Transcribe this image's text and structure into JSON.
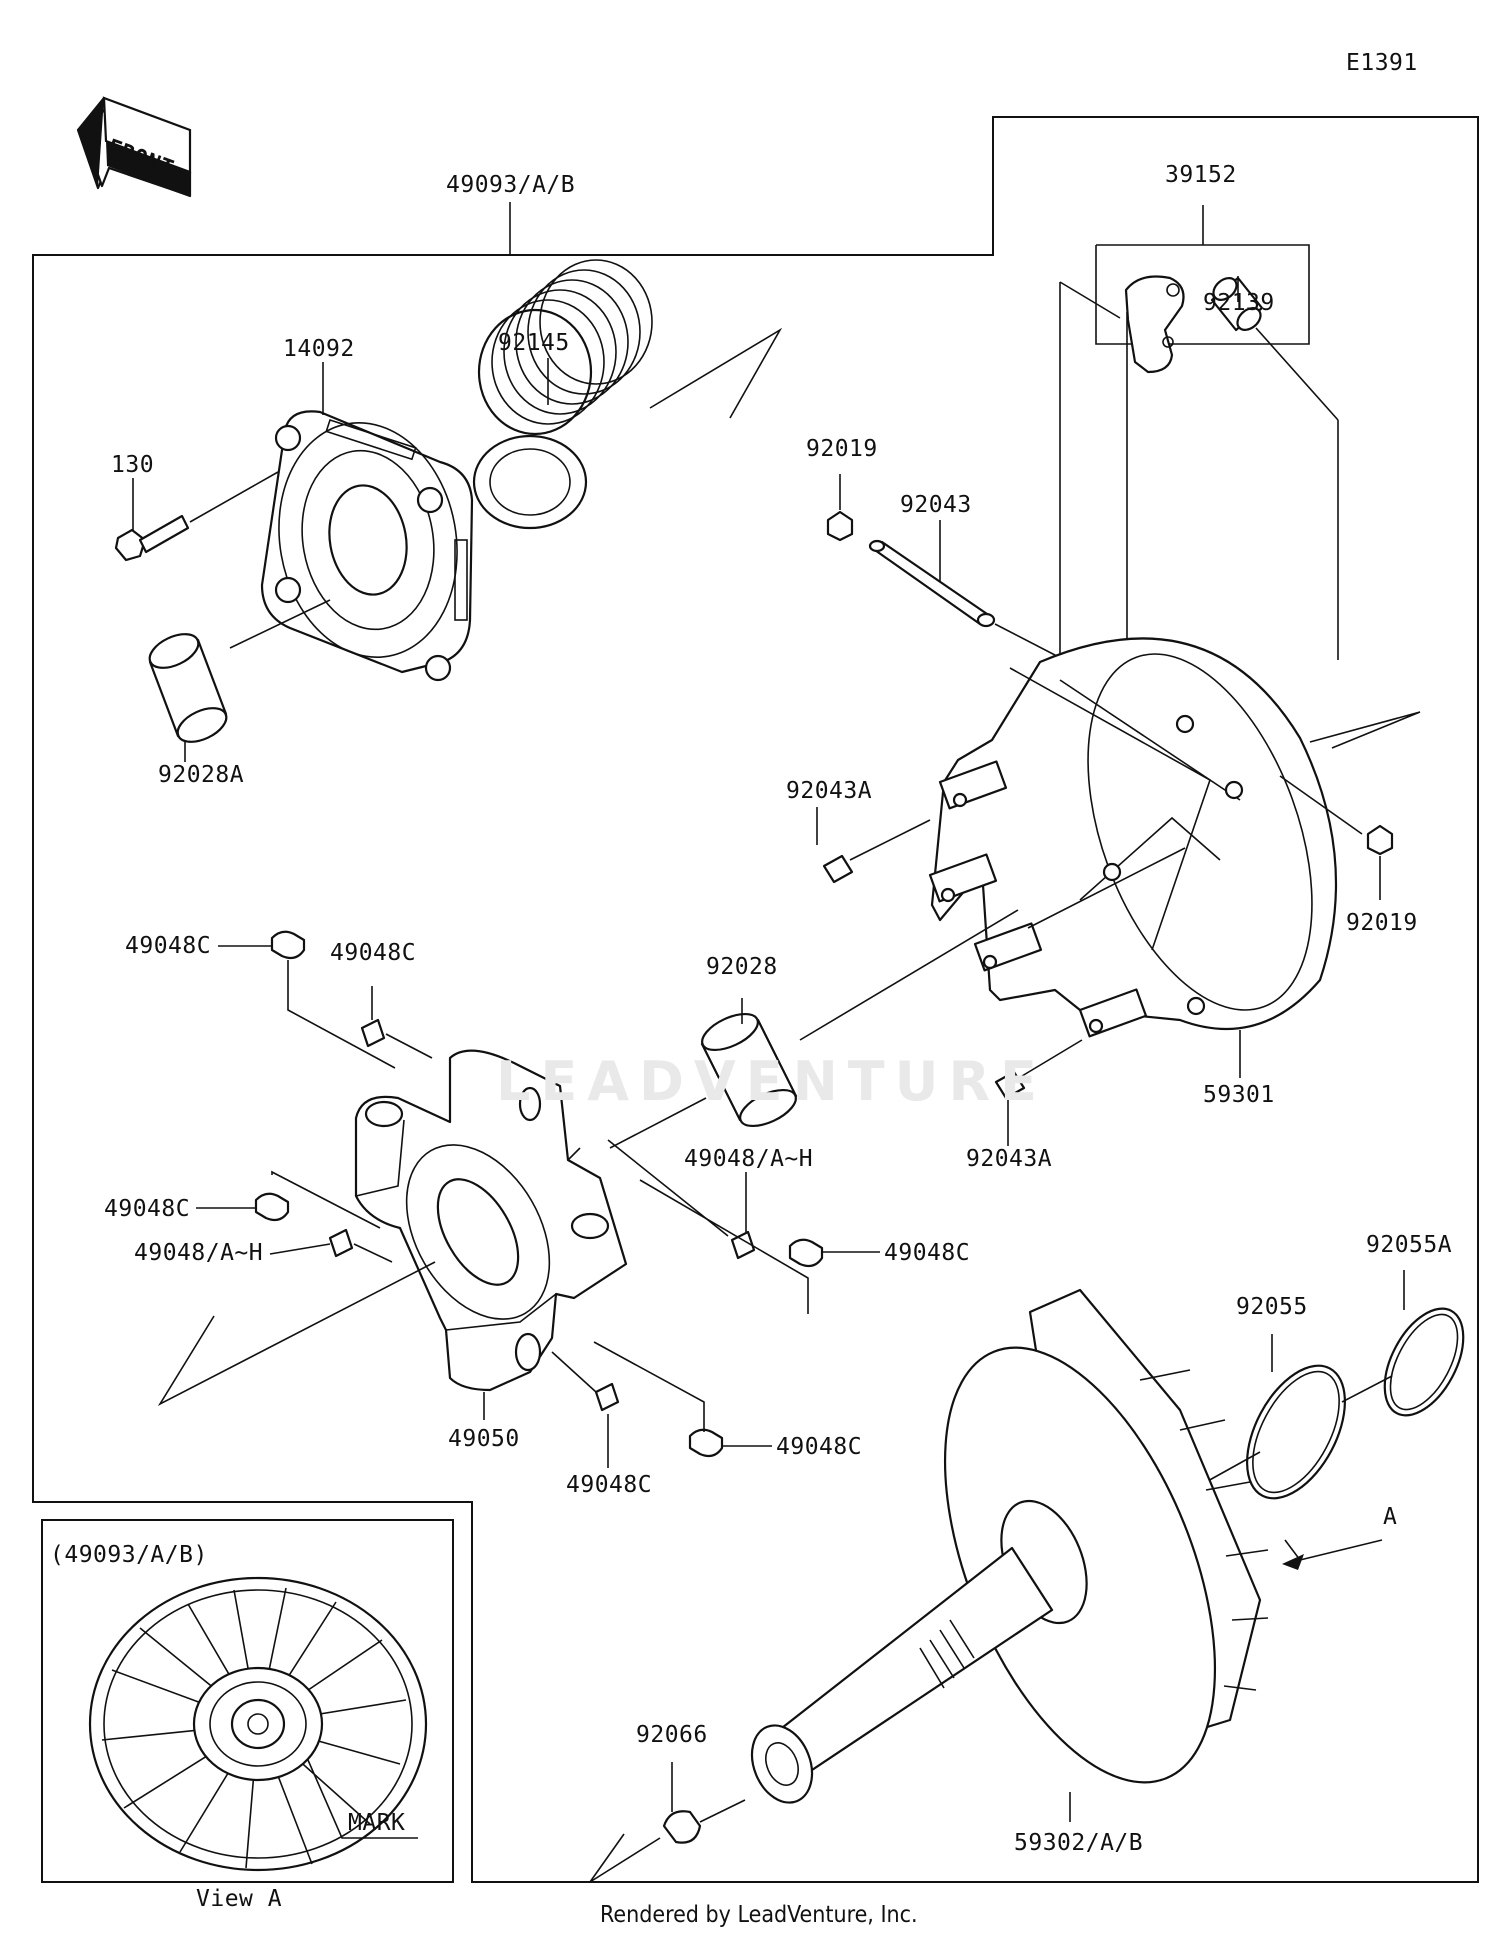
{
  "diagram_code": "E1391",
  "front_label": "FRONT",
  "assembly_label": "49093/A/B",
  "inset_title": "(49093/A/B)",
  "inset_caption": "View A",
  "mark_label": "MARK",
  "view_arrow_label": "A",
  "watermark": "LEADVENTURE",
  "footer": "Rendered by LeadVenture, Inc.",
  "parts": {
    "p39152": "39152",
    "p92139": "92139",
    "p14092": "14092",
    "p92145": "92145",
    "p130": "130",
    "p92028A": "92028A",
    "p92019_top": "92019",
    "p92043": "92043",
    "p92043A_top": "92043A",
    "p92019_right": "92019",
    "p92028": "92028",
    "p59301": "59301",
    "p92043A_bottom": "92043A",
    "p49048C_1": "49048C",
    "p49048C_2": "49048C",
    "p49048C_3": "49048C",
    "p49048AH_1": "49048/A~H",
    "p49048AH_2": "49048/A~H",
    "p49048C_4": "49048C",
    "p49050": "49050",
    "p49048C_5": "49048C",
    "p49048C_6": "49048C",
    "p92055": "92055",
    "p92055A": "92055A",
    "p92066": "92066",
    "p59302AB": "59302/A/B"
  }
}
